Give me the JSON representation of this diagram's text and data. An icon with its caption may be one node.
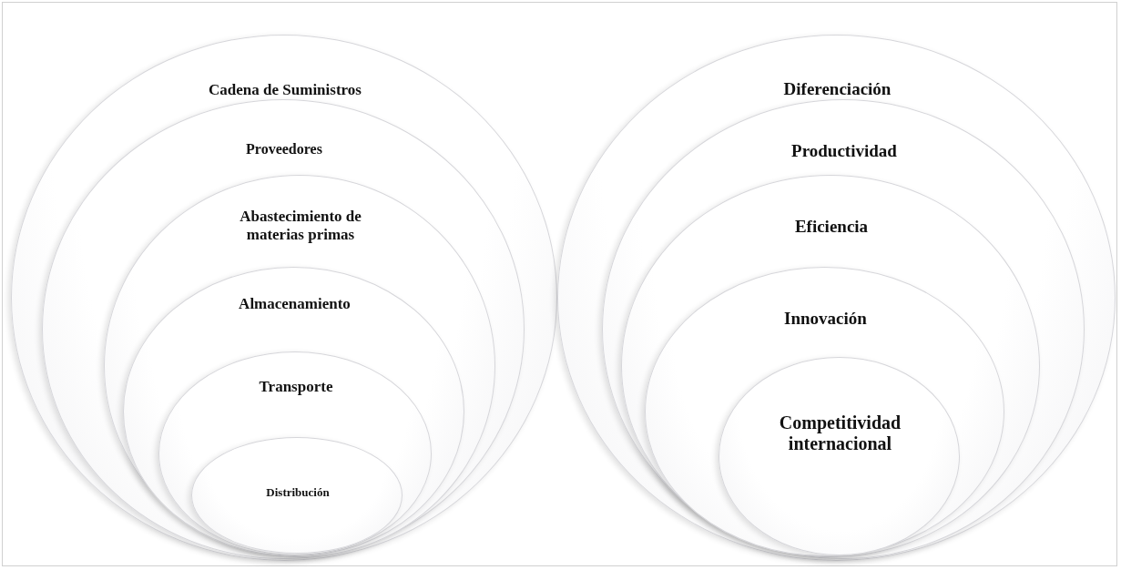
{
  "diagram": {
    "nodes": [
      {
        "text": [
          "Cadena de Suministros"
        ]
      },
      {
        "text": [
          "Proveedores"
        ],
        "in": 0
      },
      {
        "text": [
          "Abastecimiento de materias primas"
        ],
        "in": 1
      },
      {
        "text": [
          "Almacenamiento"
        ],
        "in": 2
      },
      {
        "text": [
          "Transporte"
        ],
        "in": 3
      },
      {
        "text": [
          "Distribución"
        ],
        "in": 4
      },
      {
        "text": [
          "Diferenciación"
        ]
      },
      {
        "text": [
          "Productividad"
        ],
        "in": 6
      },
      {
        "text": [
          "Eficiencia"
        ],
        "in": 7
      },
      {
        "text": [
          "Innovación"
        ],
        "in": 8
      },
      {
        "text": [
          "Competitividad internacional"
        ],
        "in": 9
      }
    ]
  }
}
